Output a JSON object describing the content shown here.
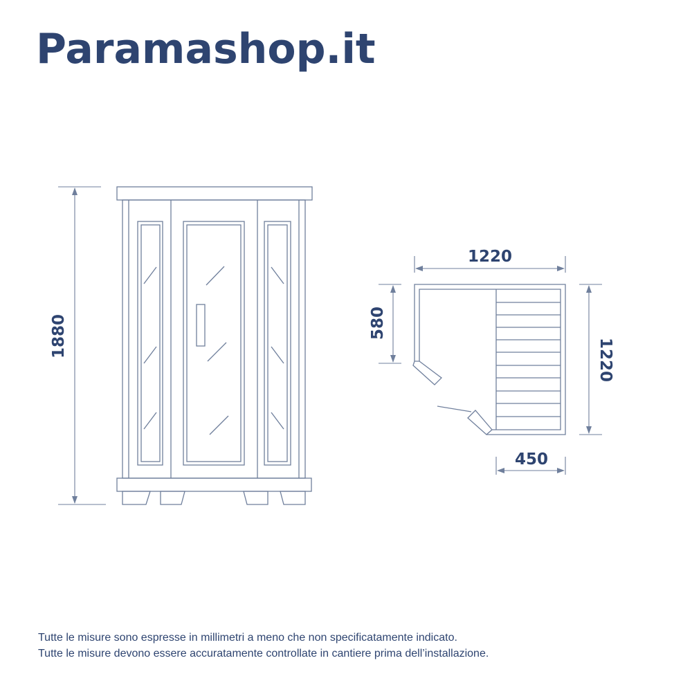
{
  "brand": {
    "name": "Paramashop.it"
  },
  "colors": {
    "ink": "#2e4470",
    "line": "#6f7f9c"
  },
  "front_view": {
    "height_label": "1880"
  },
  "plan_view": {
    "width_label": "1220",
    "depth_label": "1220",
    "door_offset_label": "580",
    "bench_depth_label": "450"
  },
  "notes": {
    "line1": "Tutte le misure sono espresse in millimetri a meno che non specificatamente indicato.",
    "line2": "Tutte le misure devono essere accuratamente controllate in cantiere prima dell’installazione."
  }
}
